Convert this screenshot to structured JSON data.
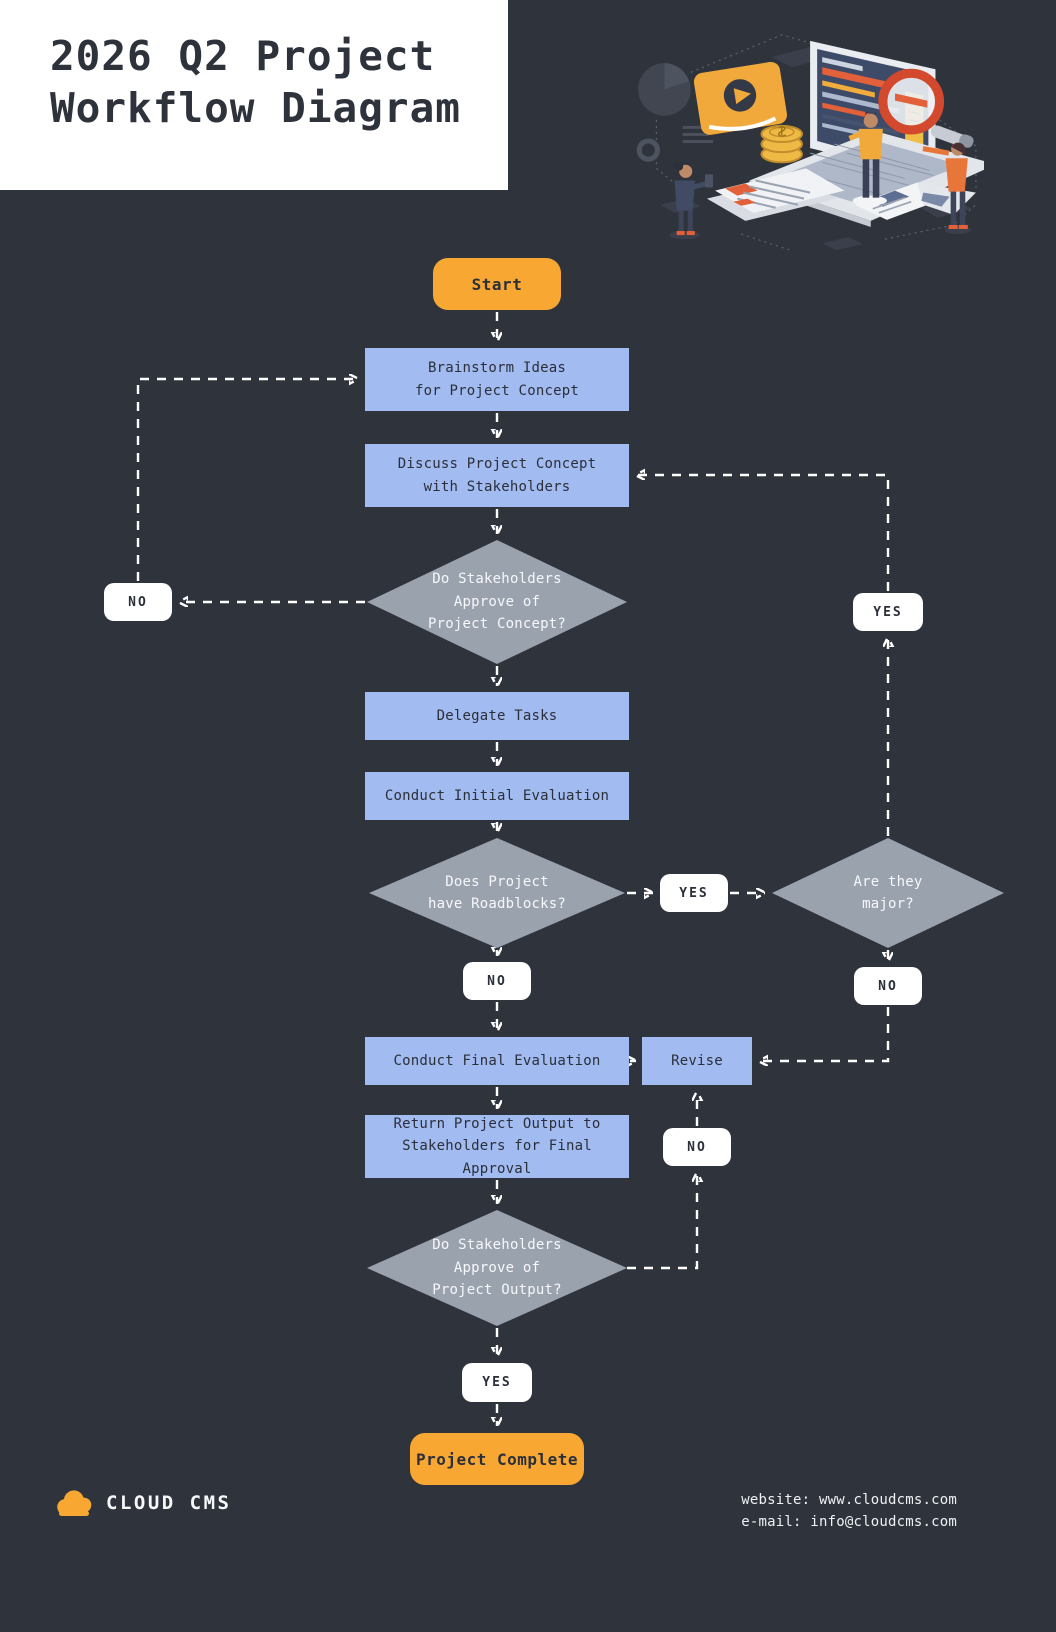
{
  "header": {
    "title": "2026 Q2 Project\nWorkflow Diagram"
  },
  "flowchart": {
    "start": {
      "label": "Start"
    },
    "brainstorm": {
      "label": "Brainstorm Ideas\nfor Project Concept"
    },
    "discuss": {
      "label": "Discuss Project Concept\nwith Stakeholders"
    },
    "approve_concept": {
      "label": "Do Stakeholders\nApprove of\nProject Concept?"
    },
    "no_left": {
      "label": "NO"
    },
    "yes_right": {
      "label": "YES"
    },
    "delegate": {
      "label": "Delegate Tasks"
    },
    "initial_eval": {
      "label": "Conduct Initial Evaluation"
    },
    "roadblocks": {
      "label": "Does Project\nhave Roadblocks?"
    },
    "yes_mid": {
      "label": "YES"
    },
    "major": {
      "label": "Are they\nmajor?"
    },
    "no_mid": {
      "label": "NO"
    },
    "no_right": {
      "label": "NO"
    },
    "final_eval": {
      "label": "Conduct Final Evaluation"
    },
    "revise": {
      "label": "Revise"
    },
    "no_bottom": {
      "label": "NO"
    },
    "return_output": {
      "label": "Return Project Output to\nStakeholders for Final Approval"
    },
    "approve_output": {
      "label": "Do Stakeholders\nApprove of\nProject Output?"
    },
    "yes_bottom": {
      "label": "YES"
    },
    "complete": {
      "label": "Project Complete"
    }
  },
  "footer": {
    "brand": "CLOUD CMS",
    "website": "website: www.cloudcms.com",
    "email": "e-mail: info@cloudcms.com"
  },
  "colors": {
    "background": "#2F333C",
    "process_blue": "#A2BBF0",
    "decision_gray": "#9AA2AE",
    "accent_orange": "#F8A832",
    "label_white": "#FFFFFF",
    "connector_white": "#FFFFFF",
    "text_dark": "#2B2F39"
  }
}
